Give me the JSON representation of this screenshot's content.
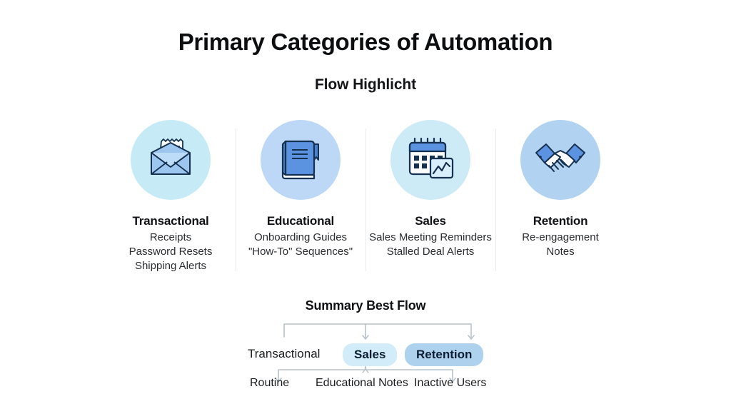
{
  "header": {
    "title": "Primary Categories of Automation",
    "subtitle": "Flow Highlicht"
  },
  "colors": {
    "background": "#ffffff",
    "divider": "#e9ecef",
    "circle_transactional": "#c7ebf6",
    "circle_educational": "#bdd8f6",
    "circle_sales": "#cdeaf7",
    "circle_retention": "#b1d2f0",
    "pill_sales": "#d3ecfa",
    "pill_retention": "#aed1ee",
    "icon_stroke": "#16314f",
    "icon_blue": "#5b93e0",
    "icon_blue_light": "#9cc6ef",
    "connector": "#b9c3cc"
  },
  "categories": [
    {
      "id": "transactional",
      "icon": "envelope-receipt-icon",
      "title": "Transactional",
      "lines": [
        "Receipts",
        "Password Resets",
        "Shipping Alerts"
      ]
    },
    {
      "id": "educational",
      "icon": "book-icon",
      "title": "Educational",
      "lines": [
        "Onboarding Guides",
        "\"How-To\" Sequences\""
      ]
    },
    {
      "id": "sales",
      "icon": "calendar-chart-icon",
      "title": "Sales",
      "lines": [
        "Sales Meeting Reminders",
        "Stalled Deal Alerts"
      ]
    },
    {
      "id": "retention",
      "icon": "handshake-icon",
      "title": "Retention",
      "lines": [
        "Re-engagement",
        "Notes"
      ]
    }
  ],
  "summary": {
    "title": "Summary Best Flow",
    "nodes": [
      {
        "id": "transactional",
        "label": "Transactional",
        "style": "plain"
      },
      {
        "id": "sales",
        "label": "Sales",
        "style": "pill"
      },
      {
        "id": "retention",
        "label": "Retention",
        "style": "pill"
      }
    ],
    "leaves": [
      {
        "id": "routine",
        "label": "Routine"
      },
      {
        "id": "educational-notes",
        "label": "Educational Notes"
      },
      {
        "id": "inactive-users",
        "label": "Inactive Users"
      }
    ]
  }
}
